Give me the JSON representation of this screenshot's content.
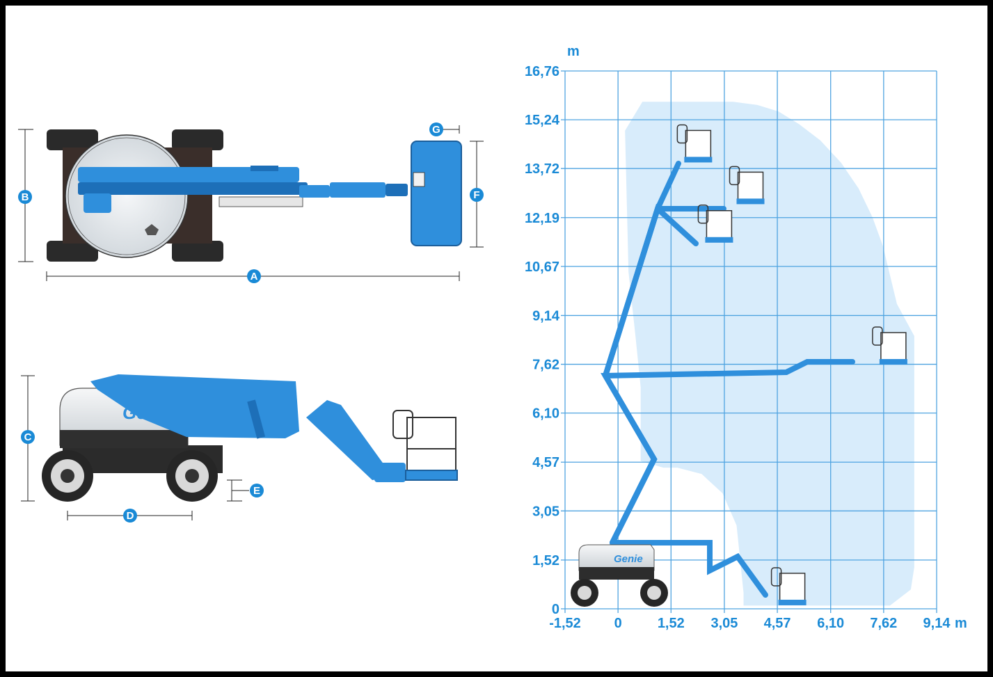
{
  "figure": {
    "badges": {
      "A": "A",
      "B": "B",
      "C": "C",
      "D": "D",
      "E": "E",
      "F": "F",
      "G": "G"
    },
    "brand": "Genie",
    "colors": {
      "accent": "#2f8fdc",
      "envelope": "#d8ecfb",
      "grid": "#4ea3e0",
      "tick": "#1a8ad6"
    }
  },
  "chart_data": {
    "type": "area",
    "ylabel": "m",
    "xlabel": "m",
    "x_ticks": [
      "-1,52",
      "0",
      "1,52",
      "3,05",
      "4,57",
      "6,10",
      "7,62",
      "9,14"
    ],
    "y_ticks": [
      "0",
      "1,52",
      "3,05",
      "4,57",
      "6,10",
      "7,62",
      "9,14",
      "10,67",
      "12,19",
      "13,72",
      "15,24",
      "16,76"
    ],
    "x_values": [
      -1.52,
      0,
      1.52,
      3.05,
      4.57,
      6.1,
      7.62,
      9.14
    ],
    "y_values": [
      0,
      1.52,
      3.05,
      4.57,
      6.1,
      7.62,
      9.14,
      10.67,
      12.19,
      13.72,
      15.24,
      16.76
    ],
    "xlim": [
      -1.52,
      9.14
    ],
    "ylim": [
      0,
      16.76
    ],
    "grid": true,
    "series": [
      {
        "x": [
          0.2,
          0.7,
          1.3,
          1.9,
          2.4,
          2.9,
          3.3,
          4.0,
          4.6,
          5.2,
          5.8,
          6.4,
          6.9,
          7.3,
          7.6,
          7.8,
          8.0,
          8.5,
          8.5,
          8.4,
          7.8,
          5.5,
          3.6,
          3.6,
          3.4,
          3.0,
          2.4,
          1.7,
          1.3,
          0.65,
          0.65,
          0.5,
          0.3,
          0.2
        ],
        "y": [
          14.9,
          15.8,
          15.8,
          15.8,
          15.8,
          15.8,
          15.8,
          15.7,
          15.5,
          15.1,
          14.6,
          13.9,
          13.1,
          12.2,
          11.3,
          10.4,
          9.5,
          8.5,
          1.3,
          0.6,
          0.1,
          0.1,
          0.1,
          0.5,
          2.6,
          3.6,
          4.2,
          4.4,
          4.4,
          4.6,
          6.9,
          8.5,
          10.5,
          14.9
        ]
      }
    ],
    "platform_positions": [
      {
        "x": 2.3,
        "y": 14.3
      },
      {
        "x": 3.8,
        "y": 13.0
      },
      {
        "x": 2.9,
        "y": 11.8
      },
      {
        "x": 7.9,
        "y": 8.0
      },
      {
        "x": 5.0,
        "y": 0.5
      }
    ]
  }
}
